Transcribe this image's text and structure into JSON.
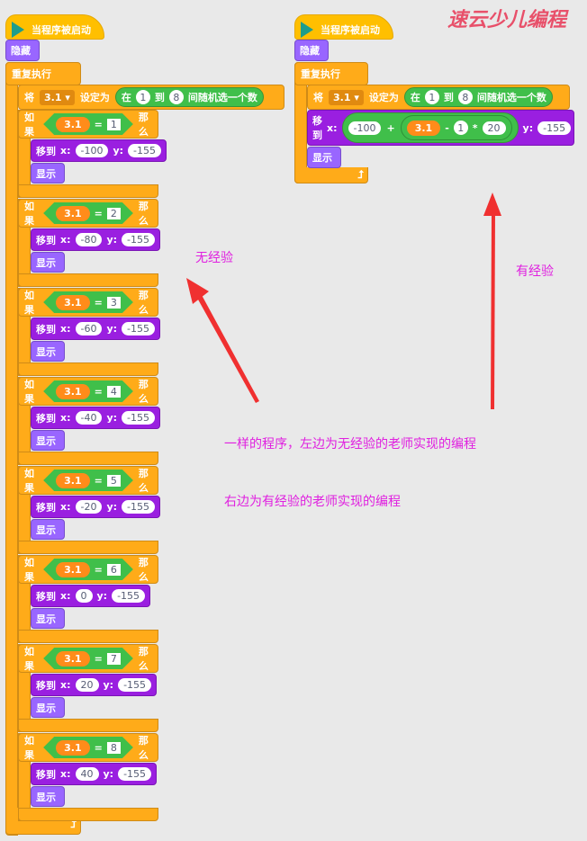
{
  "hat_label": "当程序被启动",
  "hide_label": "隐藏",
  "forever_label": "重复执行",
  "set_label": "将",
  "set_var": "3.1",
  "set_to": "设定为",
  "random": {
    "from_label": "在",
    "from": "1",
    "to_label": "到",
    "to": "8",
    "suffix": "间随机选一个数"
  },
  "if_label": "如果",
  "then_label": "那么",
  "eq": "=",
  "move_label": "移到",
  "x_label": "x:",
  "y_label": "y:",
  "show_label": "显示",
  "var": "3.1",
  "left_ifs": [
    {
      "n": "1",
      "x": "-100",
      "y": "-155"
    },
    {
      "n": "2",
      "x": "-80",
      "y": "-155"
    },
    {
      "n": "3",
      "x": "-60",
      "y": "-155"
    },
    {
      "n": "4",
      "x": "-40",
      "y": "-155"
    },
    {
      "n": "5",
      "x": "-20",
      "y": "-155"
    },
    {
      "n": "6",
      "x": "0",
      "y": "-155"
    },
    {
      "n": "7",
      "x": "20",
      "y": "-155"
    },
    {
      "n": "8",
      "x": "40",
      "y": "-155"
    }
  ],
  "right_move": {
    "a": "-100",
    "plus": "+",
    "var": "3.1",
    "minus": "-",
    "b": "1",
    "times": "*",
    "c": "20",
    "y": "-155"
  },
  "logo": "速云少儿编程",
  "notes": {
    "no_exp": "无经验",
    "has_exp": "有经验",
    "line1": "一样的程序，左边为无经验的老师实现的编程",
    "line2": "右边为有经验的老师实现的编程"
  },
  "colors": {
    "events": "#ffbf00",
    "control": "#ffab19",
    "looks": "#9966ff",
    "motion": "#9a1fe0",
    "operators": "#40bf4a",
    "annotation": "#e020e0",
    "arrow": "#f03030"
  }
}
